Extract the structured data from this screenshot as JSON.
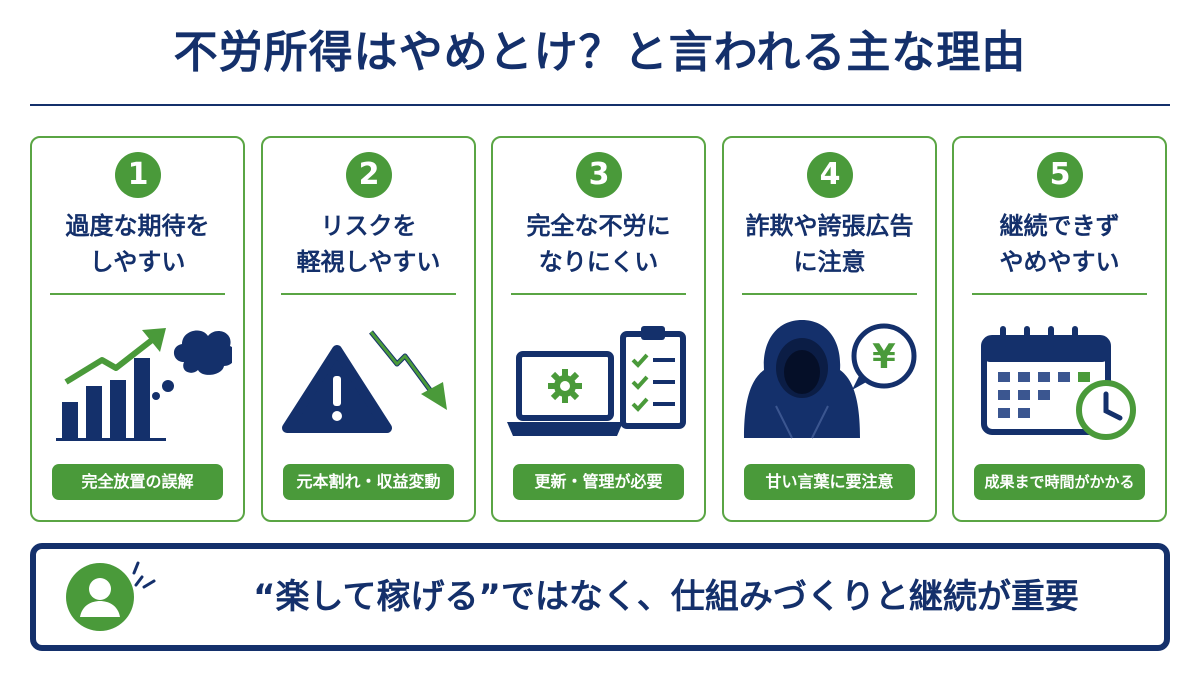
{
  "title": "不労所得はやめとけ？と言われる主な理由",
  "colors": {
    "navy": "#14306b",
    "green": "#4a9a3a",
    "border_green": "#5aa544"
  },
  "cards": [
    {
      "number": "1",
      "title_line1": "過度な期待を",
      "title_line2": "しやすい",
      "icon": "growth-chart-and-thought-bubble-icon",
      "pill": "完全放置の誤解"
    },
    {
      "number": "2",
      "title_line1": "リスクを",
      "title_line2": "軽視しやすい",
      "icon": "warning-and-downtrend-icon",
      "pill": "元本割れ・収益変動"
    },
    {
      "number": "3",
      "title_line1": "完全な不労に",
      "title_line2": "なりにくい",
      "icon": "laptop-and-checklist-icon",
      "pill": "更新・管理が必要"
    },
    {
      "number": "4",
      "title_line1": "詐欺や誇張広告",
      "title_line2": "に注意",
      "icon": "hooded-scammer-and-yen-icon",
      "pill": "甘い言葉に要注意"
    },
    {
      "number": "5",
      "title_line1": "継続できず",
      "title_line2": "やめやすい",
      "icon": "calendar-and-clock-icon",
      "pill": "成果まで時間がかかる"
    }
  ],
  "yen_symbol": "¥",
  "banner": {
    "icon": "person-icon",
    "text": "“楽して稼げる”ではなく、仕組みづくりと継続が重要"
  }
}
